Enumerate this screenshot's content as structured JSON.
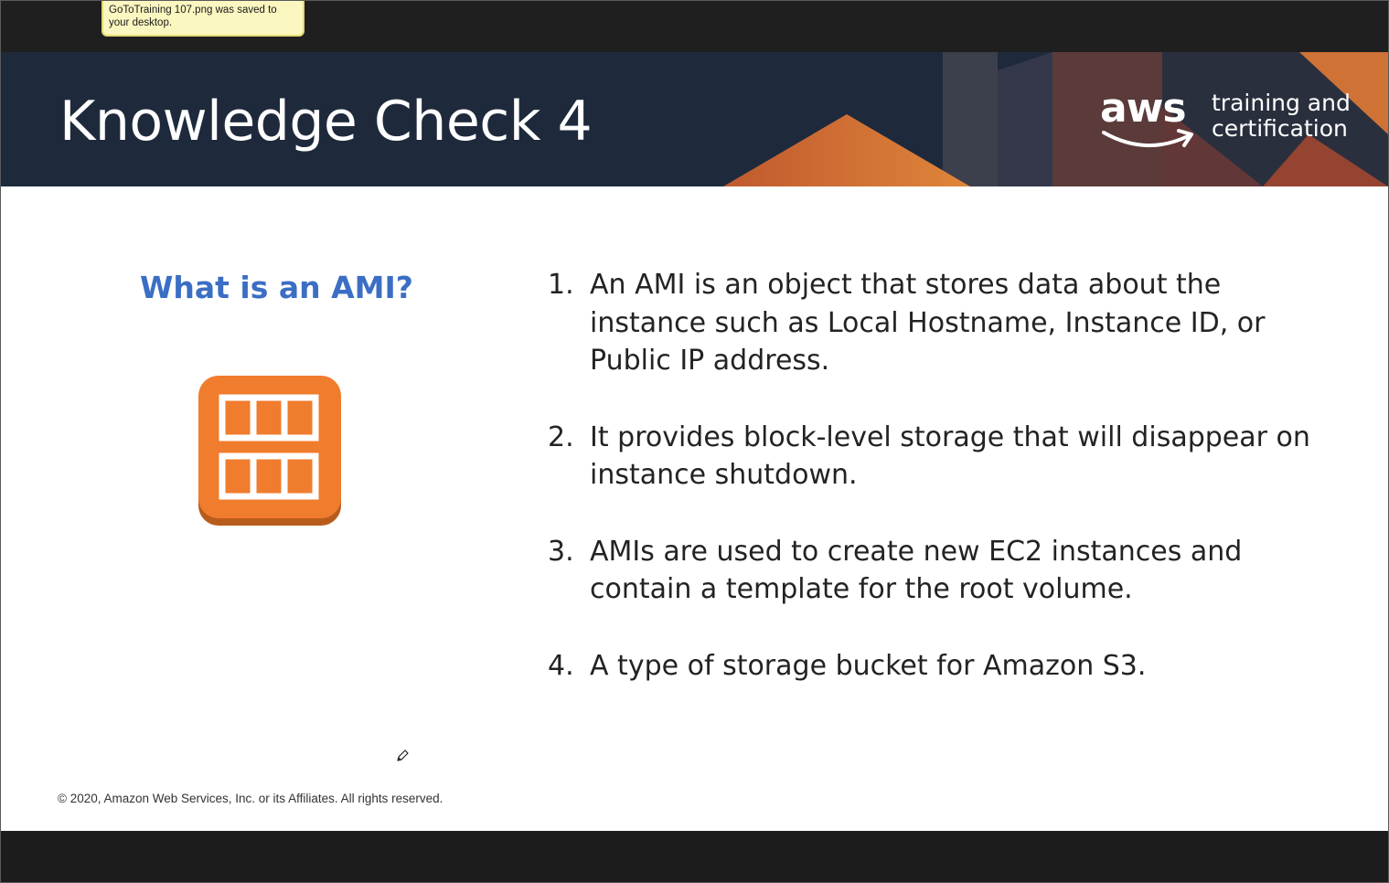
{
  "notification": {
    "text": "GoToTraining 107.png was saved to your desktop."
  },
  "slide": {
    "title": "Knowledge Check 4",
    "logo": {
      "wordmark": "aws",
      "line1": "training and",
      "line2": "certification"
    },
    "question": "What is an AMI?",
    "icon": "ami-icon",
    "answers": [
      {
        "number": "1.",
        "lines": [
          "An AMI is an object that stores data about the",
          "instance such as Local Hostname, Instance ID, or",
          "Public IP address."
        ]
      },
      {
        "number": "2.",
        "lines": [
          "It provides block-level storage that will disappear on",
          "instance shutdown."
        ]
      },
      {
        "number": "3.",
        "lines": [
          "AMIs are used to create new EC2 instances and",
          "contain a template for the root volume."
        ]
      },
      {
        "number": "4.",
        "lines": [
          "A type of storage bucket for Amazon S3."
        ]
      }
    ],
    "copyright": "© 2020, Amazon Web Services, Inc. or its Affiliates. All rights reserved."
  },
  "colors": {
    "header_bg": "#1e2a3c",
    "question": "#3b6ec4",
    "icon_orange": "#f07c2d",
    "icon_shadow": "#b85c1c",
    "aws_smile": "#ffffff"
  }
}
